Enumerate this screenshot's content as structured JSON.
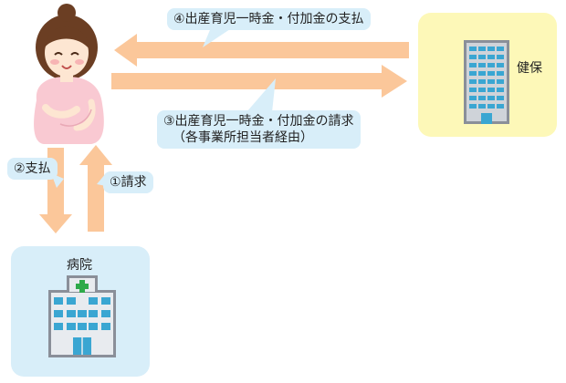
{
  "nodes": {
    "hospital": {
      "label": "病院"
    },
    "kenpo": {
      "label": "健保"
    }
  },
  "flows": {
    "step1": {
      "label": "①請求"
    },
    "step2": {
      "label": "②支払"
    },
    "step3": {
      "line1": "③出産育児一時金・付加金の請求",
      "line2": "（各事業所担当者経由）"
    },
    "step4": {
      "label": "④出産育児一時金・付加金の支払"
    }
  },
  "colors": {
    "arrow": "#fbc79a",
    "callout": "#d8eef9",
    "kenpo_box": "#fdf8b8",
    "hospital_box": "#d8eef9",
    "building": "#3aa6d2",
    "skin": "#fde6d2",
    "dress": "#f9c9d2",
    "hair": "#6b3e23"
  }
}
